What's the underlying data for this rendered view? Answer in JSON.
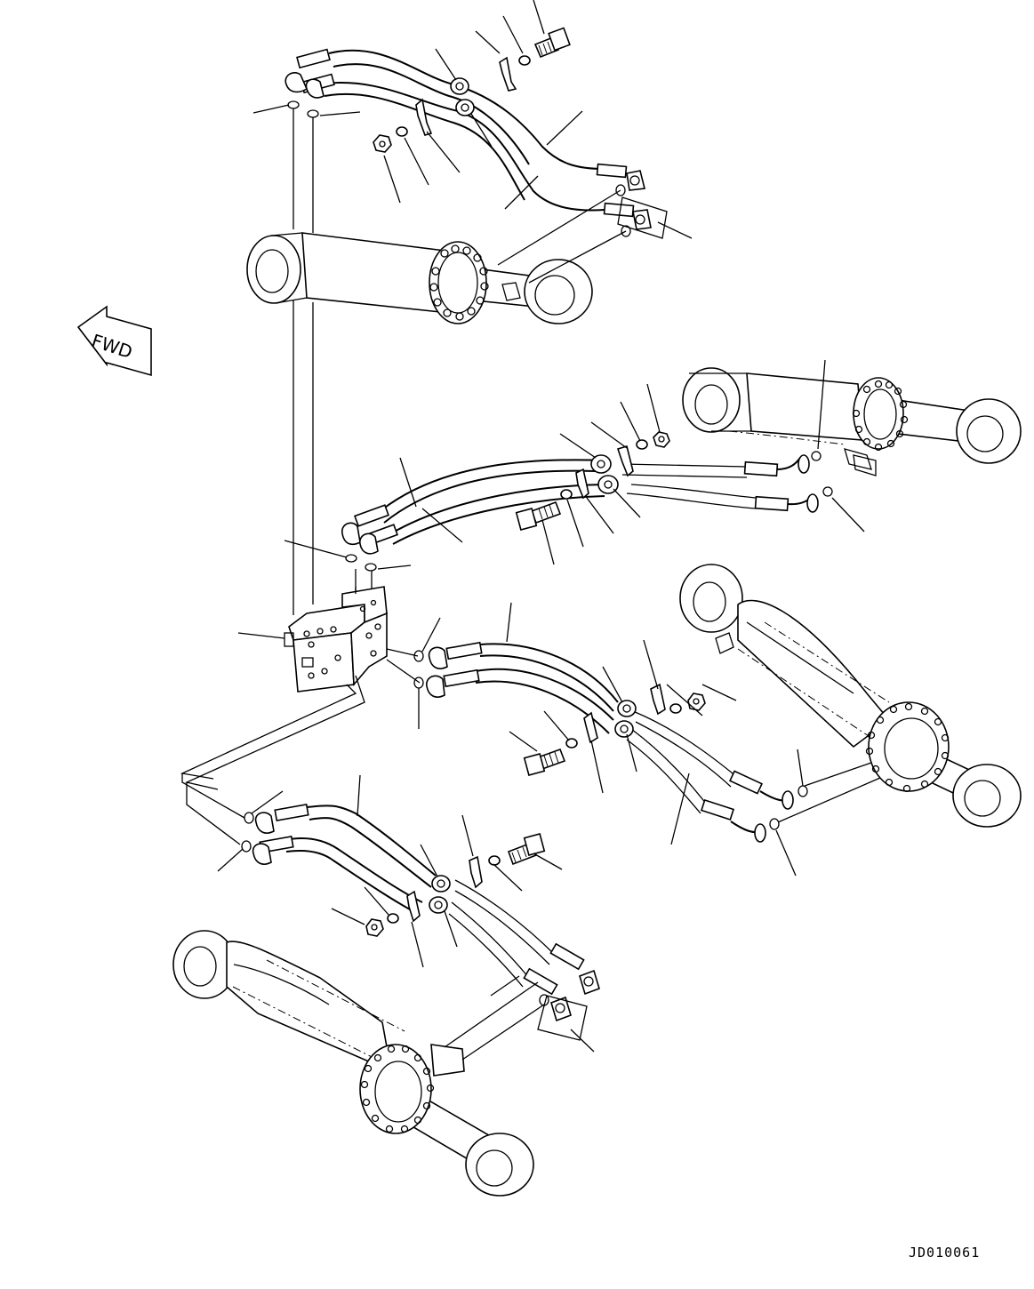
{
  "diagram": {
    "drawing_id": "JD010061",
    "direction_arrow_text": "FWD"
  },
  "components": [
    {
      "name": "cylinder-top",
      "icon": "hydraulic-cylinder-icon"
    },
    {
      "name": "cylinder-middle-right",
      "icon": "hydraulic-cylinder-icon"
    },
    {
      "name": "cylinder-right-lower",
      "icon": "hydraulic-cylinder-icon"
    },
    {
      "name": "cylinder-bottom-left",
      "icon": "hydraulic-cylinder-icon"
    },
    {
      "name": "valve-block",
      "icon": "valve-block-icon"
    }
  ]
}
